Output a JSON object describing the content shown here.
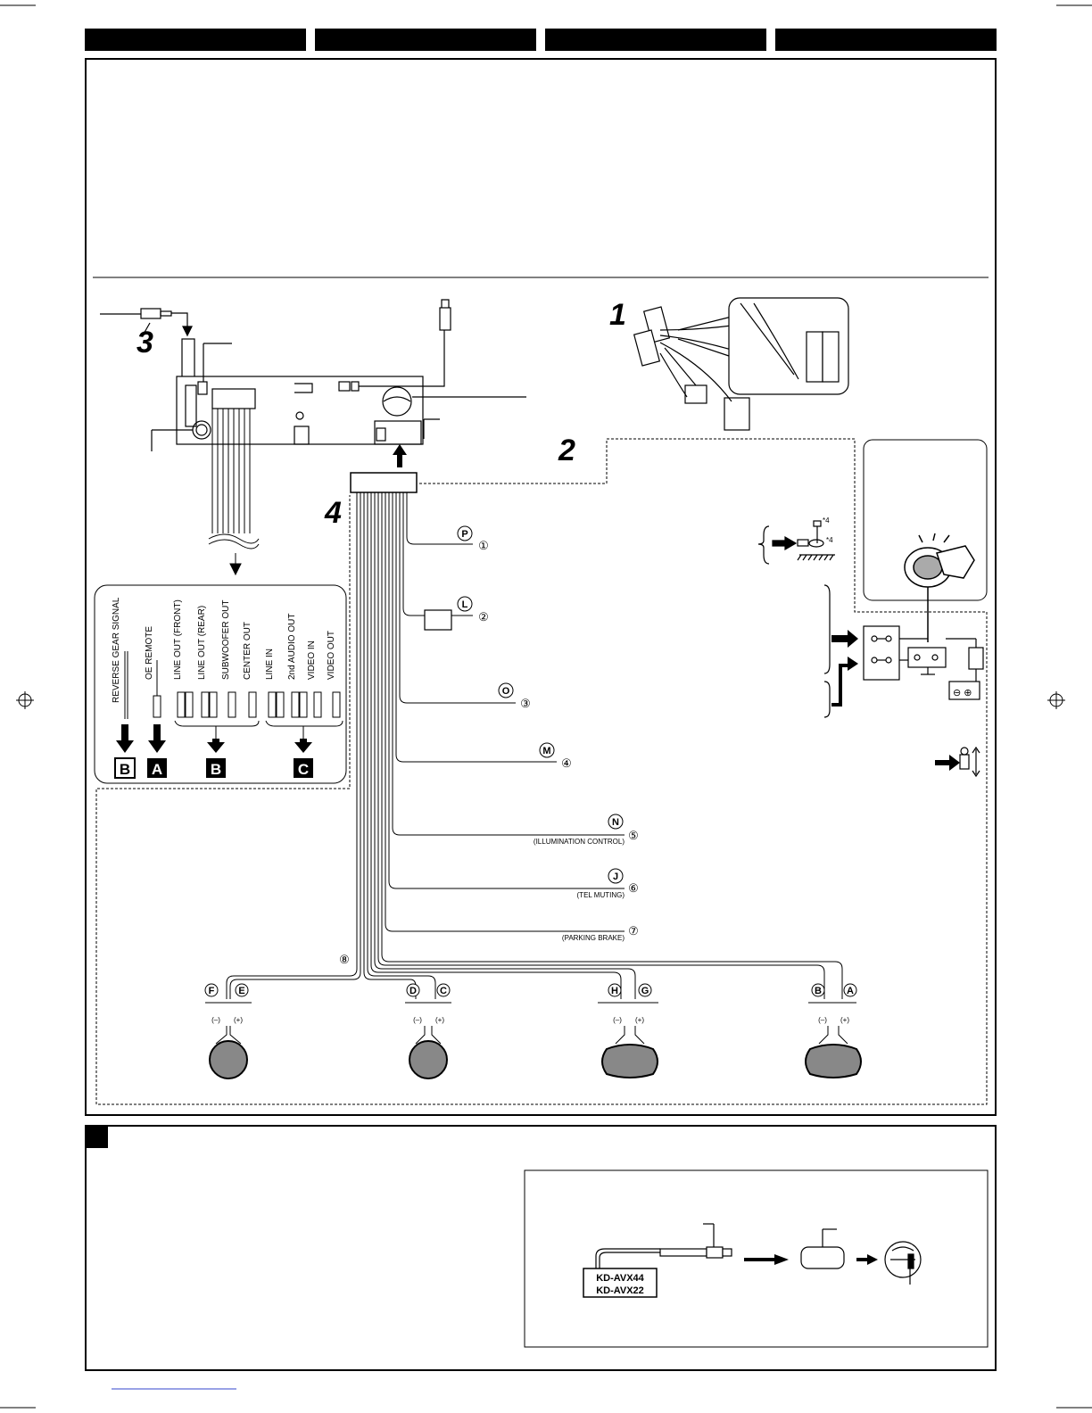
{
  "step_numbers": [
    "1",
    "2",
    "3",
    "4"
  ],
  "rca_labels": [
    "REVERSE GEAR SIGNAL",
    "OE REMOTE",
    "LINE OUT (FRONT)",
    "LINE OUT (REAR)",
    "SUBWOOFER OUT",
    "CENTER OUT",
    "LINE IN",
    "2nd AUDIO OUT",
    "VIDEO IN",
    "VIDEO OUT"
  ],
  "output_boxes": [
    "B",
    "A",
    "B",
    "C"
  ],
  "wires": [
    {
      "letter": "P",
      "number": "①",
      "note": ""
    },
    {
      "letter": "L",
      "number": "②",
      "note": ""
    },
    {
      "letter": "O",
      "number": "③",
      "note": ""
    },
    {
      "letter": "M",
      "number": "④",
      "note": ""
    },
    {
      "letter": "N",
      "number": "⑤",
      "note": "(ILLUMINATION CONTROL)"
    },
    {
      "letter": "J",
      "number": "⑥",
      "note": "(TEL MUTING)"
    },
    {
      "letter": "",
      "number": "⑦",
      "note": "(PARKING BRAKE)"
    }
  ],
  "harness_number": "⑧",
  "speakers": [
    {
      "neg": "F",
      "pos": "E",
      "minus": "(–)",
      "plus": "(+)"
    },
    {
      "neg": "D",
      "pos": "C",
      "minus": "(–)",
      "plus": "(+)"
    },
    {
      "neg": "H",
      "pos": "G",
      "minus": "(–)",
      "plus": "(+)"
    },
    {
      "neg": "B",
      "pos": "A",
      "minus": "(–)",
      "plus": "(+)"
    }
  ],
  "ground_note": "*4",
  "models": [
    "KD-AVX44",
    "KD-AVX22"
  ],
  "colors": {
    "ink": "#000000",
    "paper": "#ffffff",
    "mesh": "#888888"
  }
}
